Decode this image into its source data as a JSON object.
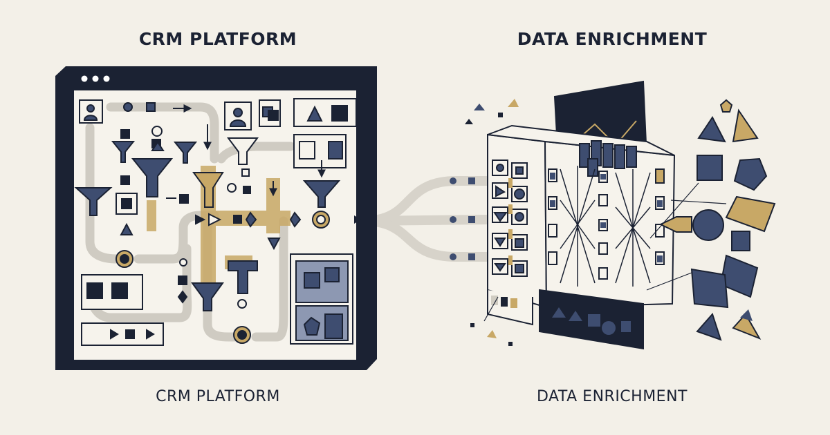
{
  "labels": {
    "crm_top": "CRM PLATFORM",
    "enrichment_top": "DATA ENRICHMENT",
    "crm_bottom": "CRM PLATFORM",
    "enrichment_bottom": "DATA ENRICHMENT"
  },
  "palette": {
    "background": "#f3f0e8",
    "navy": "#1b2233",
    "slate_blue": "#3e4d70",
    "gold": "#c8a866",
    "line": "#d4d0c6"
  }
}
